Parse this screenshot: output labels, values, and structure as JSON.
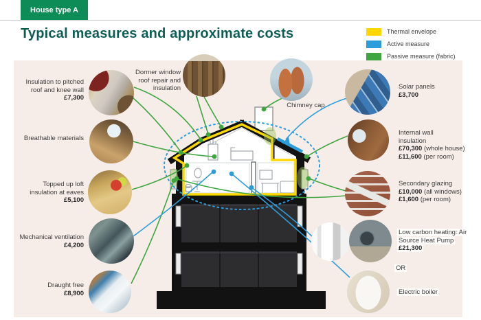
{
  "badge": "House type A",
  "title": "Typical measures and approximate costs",
  "colors": {
    "badge_bg": "#0E8C57",
    "title_text": "#0F5C55",
    "content_bg": "#F7EDE8",
    "thermal_envelope": "#FFD800",
    "active_measure": "#2D9CDB",
    "passive_measure": "#3FA53F"
  },
  "legend": {
    "items": [
      {
        "label": "Thermal envelope",
        "color": "#FFD600"
      },
      {
        "label": "Active measure",
        "color": "#2D9CDB"
      },
      {
        "label": "Passive measure (fabric)",
        "color": "#3FA53F"
      }
    ]
  },
  "measures": {
    "roof_insulation": {
      "label": "Insulation to pitched roof and knee wall",
      "price": "£7,300"
    },
    "dormer": {
      "label": "Dormer window roof repair and insulation"
    },
    "chimney": {
      "label": "Chimney cap"
    },
    "breathable": {
      "label": "Breathable materials"
    },
    "loft": {
      "label": "Topped up loft insulation at eaves",
      "price": "£5,100"
    },
    "mech_vent": {
      "label": "Mechanical ventilation",
      "price": "£4,200"
    },
    "draught": {
      "label": "Draught free",
      "price": "£8,900"
    },
    "solar": {
      "label": "Solar panels",
      "price": "£3,700"
    },
    "internal_wall": {
      "label": "Internal wall insulation",
      "price1": "£70,300",
      "price1_note": " (whole house)",
      "price2": "£11,600",
      "price2_note": " (per room)"
    },
    "secondary_glazing": {
      "label": "Secondary glazing",
      "price1": "£10,000",
      "price1_note": " (all windows)",
      "price2": "£1,600",
      "price2_note": " (per room)"
    },
    "heat_pump": {
      "label": "Low carbon heating: Air Source Heat Pump",
      "price": "£21,300"
    },
    "or_label": "OR",
    "boiler": {
      "label": "Electric boiler"
    }
  }
}
